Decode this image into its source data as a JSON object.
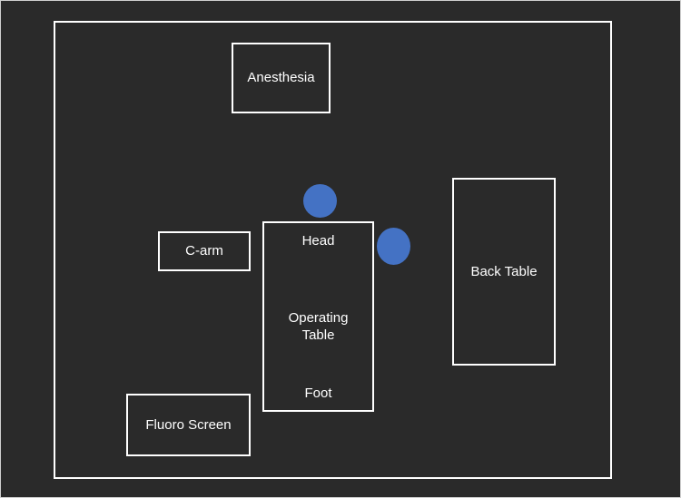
{
  "diagram": {
    "colors": {
      "background": "#2a2a2a",
      "line": "#ffffff",
      "text": "#ffffff",
      "staff_marker": "#4472c4"
    },
    "labels": {
      "anesthesia": "Anesthesia",
      "c_arm": "C-arm",
      "head": "Head",
      "operating_table_line1": "Operating",
      "operating_table_line2": "Table",
      "foot": "Foot",
      "back_table": "Back Table",
      "fluoro_screen": "Fluoro Screen"
    },
    "staff_markers": [
      "staff-marker-head",
      "staff-marker-side"
    ]
  }
}
